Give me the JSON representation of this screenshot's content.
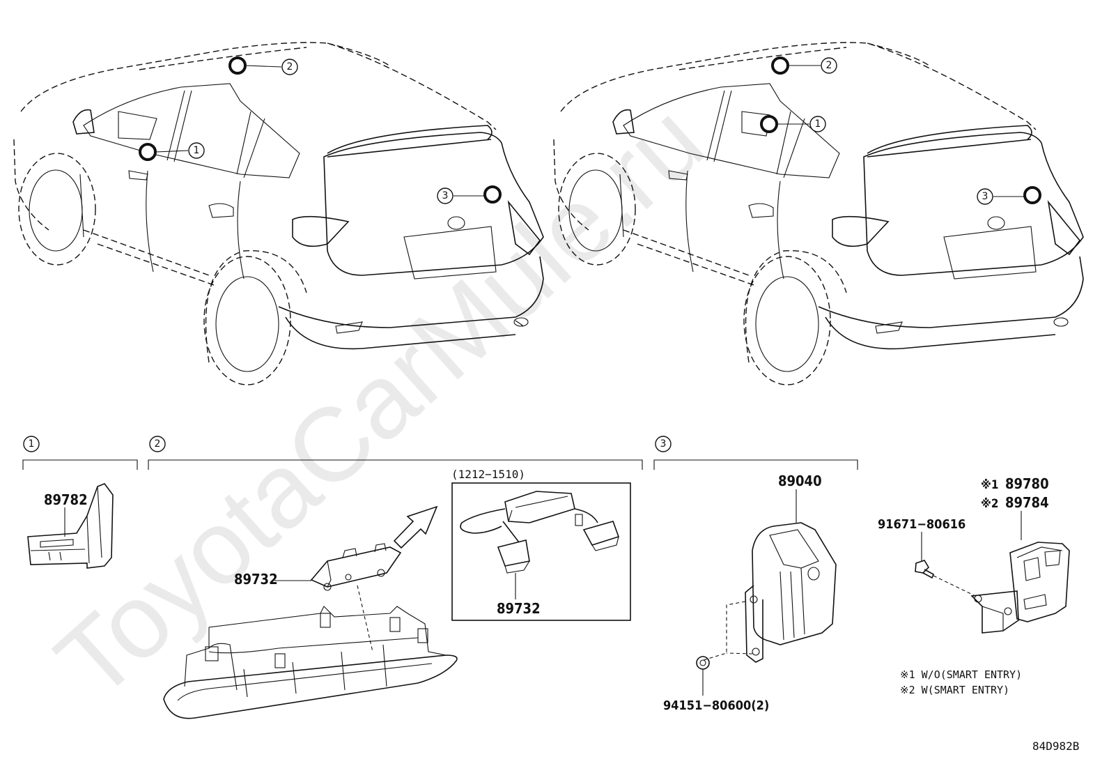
{
  "watermark": "ToyotaCarMule.ru",
  "diagram_code": "84D982B",
  "callouts": {
    "one": "1",
    "two": "2",
    "three": "3"
  },
  "sections": {
    "sec1": {
      "number": "1",
      "part": "89782"
    },
    "sec2": {
      "number": "2",
      "part_main": "89732",
      "inset_range": "(1212−1510)",
      "inset_part": "89732"
    },
    "sec3": {
      "number": "3",
      "part_main": "89040",
      "nut": "94151−80600(2)"
    }
  },
  "extra": {
    "bolt": "91671−80616",
    "mark1": "※1",
    "part1": "89780",
    "mark2": "※2",
    "part2": "89784",
    "note1": "※1 W/O(SMART ENTRY)",
    "note2": "※2 W(SMART ENTRY)"
  }
}
